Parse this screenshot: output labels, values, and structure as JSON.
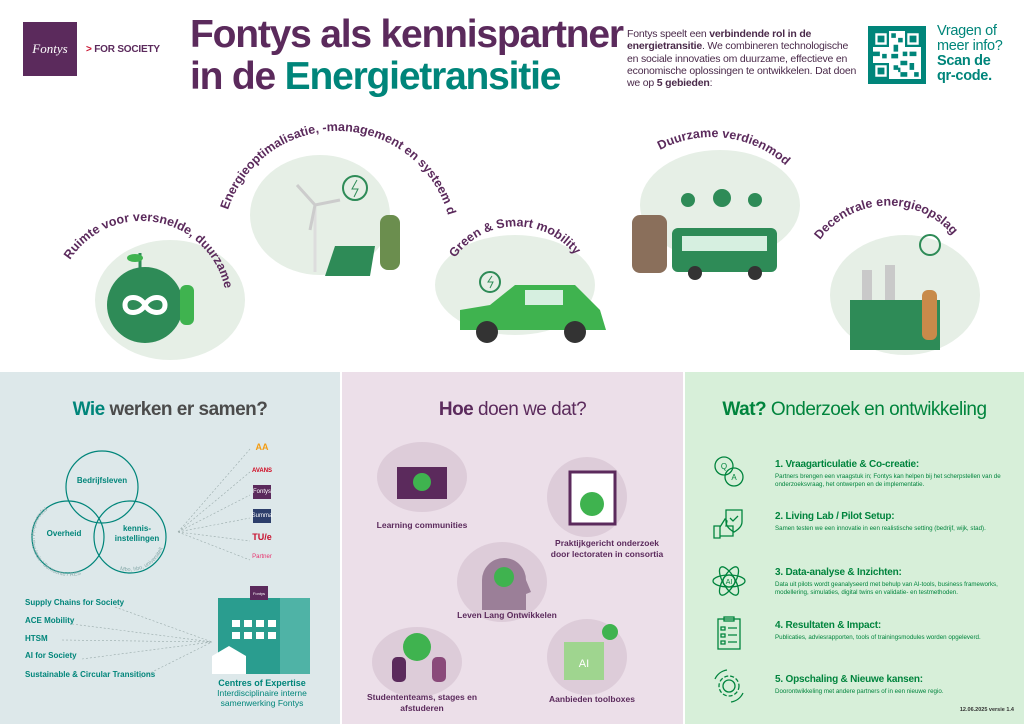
{
  "header": {
    "logo_text": "Fontys",
    "tagline_prefix": ">",
    "tagline": "FOR SOCIETY",
    "title_line1": "Fontys als kennispartner",
    "title_line2_prefix": "in de",
    "title_line2_accent": "Energietransitie",
    "intro": {
      "p1": "Fontys speelt een ",
      "b1": "verbindende rol in de energietransitie",
      "p2": ". We combineren technologische en sociale innovaties om duurzame, effectieve en economische oplossingen te ontwikkelen. Dat doen we op ",
      "b2": "5 gebieden",
      "p3": ":"
    },
    "qr_line1": "Vragen of",
    "qr_line2": "meer info?",
    "qr_line3": "Scan de",
    "qr_line4": "qr-code."
  },
  "areas": [
    "Ruimte voor versnelde, duurzame energietransitie",
    "Energieoptimalisatie, -management en systeem denken",
    "Green & Smart mobility",
    "Duurzame verdienmodellen",
    "Decentrale energieopslag"
  ],
  "wie": {
    "title_accent": "Wie",
    "title_rest": " werken er samen?",
    "circles": [
      "Bedrijfsleven",
      "Overheid",
      "kennis-\ninstellingen"
    ],
    "overheid_arc": "Rijksoverheid / Provincie / Gemeente / RES",
    "kennis_arc": "Mbo, hbo, universiteit",
    "partners": [
      "AA",
      "AVANS",
      "Fontys",
      "Summa",
      "TU/e",
      "Partner"
    ],
    "coe_items": [
      "Supply Chains for Society",
      "ACE Mobility",
      "HTSM",
      "AI for Society",
      "Sustainable & Circular Transitions"
    ],
    "coe_title": "Centres of Expertise",
    "coe_sub1": "Interdisciplinaire interne",
    "coe_sub2": "samenwerking Fontys",
    "building_logo": "Fontys"
  },
  "hoe": {
    "title_accent": "Hoe",
    "title_rest": " doen we dat?",
    "items": [
      "Learning communities",
      "Praktijkgericht onderzoek\ndoor lectoraten in consortia",
      "Leven Lang Ontwikkelen",
      "Studententeams, stages en afstuderen",
      "Aanbieden toolboxes"
    ]
  },
  "wat": {
    "title_accent": "Wat?",
    "title_rest": " Onderzoek en ontwikkeling",
    "steps": [
      {
        "title": "1. Vraagarticulatie & Co-creatie:",
        "text": "Partners brengen een vraagstuk in; Fontys kan helpen bij het scherpstellen van de onderzoeksvraag, het ontwerpen en de implementatie.",
        "icon": "qa-chat-icon"
      },
      {
        "title": "2. Living Lab / Pilot Setup:",
        "text": "Samen testen we een innovatie in een realistische setting (bedrijf, wijk, stad).",
        "icon": "thumbs-up-shield-icon"
      },
      {
        "title": "3. Data-analyse & Inzichten:",
        "text": "Data uit pilots wordt geanalyseerd met behulp van AI-tools, business frameworks, modellering, simulaties, digital twins en validatie- en testmethoden.",
        "icon": "ai-atom-icon"
      },
      {
        "title": "4. Resultaten & Impact:",
        "text": "Publicaties, adviesrapporten, tools of trainingsmodules worden opgeleverd.",
        "icon": "clipboard-checklist-icon"
      },
      {
        "title": "5. Opschaling & Nieuwe kansen:",
        "text": "Doorontwikkeling met andere partners of in een nieuwe regio.",
        "icon": "gear-cycle-icon"
      }
    ],
    "version": "12.06.2025 versie 1.4"
  },
  "colors": {
    "purple": "#5b2a5c",
    "teal": "#00857a",
    "green": "#00843d",
    "accent_red": "#c8102e"
  }
}
